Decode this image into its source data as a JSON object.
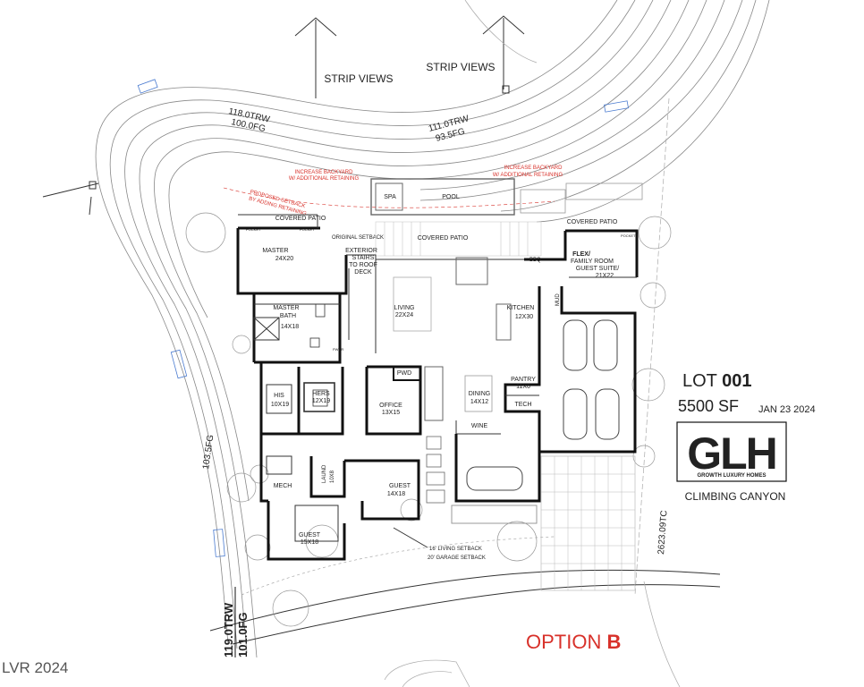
{
  "views": {
    "left": "STRIP VIEWS",
    "right": "STRIP VIEWS"
  },
  "grades": {
    "top_left_rw": "118.0TRW",
    "top_left_fg": "100.0FG",
    "top_right_rw": "111.0TRW",
    "top_right_fg": "93.5FG",
    "left_side": "103.5FG",
    "bottom_left_rw": "119.0TRW",
    "bottom_left_fg": "101.0FG",
    "right_tc": "2623.09TC"
  },
  "notes": {
    "increase_left_1": "INCREASE BACKYARD",
    "increase_left_2": "W/ ADDITIONAL RETAINING",
    "increase_right_1": "INCREASE BACKYARD",
    "increase_right_2": "W/ ADDITIONAL RETAINING",
    "proposed_1": "PROPOSED SETBACK",
    "proposed_2": "BY ADDING RETAINING",
    "original_setback": "ORIGINAL SETBACK",
    "living_setback": "16' LIVING SETBACK",
    "garage_setback": "20' GARAGE SETBACK"
  },
  "rooms": {
    "spa": "SPA",
    "pool": "POOL",
    "covered_patio_left": "COVERED PATIO",
    "covered_patio_center": "COVERED PATIO",
    "covered_patio_right": "COVERED PATIO",
    "pocket_1": "POCKET",
    "pocket_2": "POCKET",
    "pocket_3": "POCKET",
    "master": "MASTER",
    "master_size": "24X20",
    "exterior_stairs_1": "EXTERIOR",
    "exterior_stairs_2": "STAIRS",
    "exterior_stairs_3": "TO ROOF",
    "exterior_stairs_4": "DECK",
    "bbq": "BBQ",
    "flex_1": "FLEX/",
    "flex_2": "FAMILY ROOM",
    "flex_3": "GUEST SUITE/",
    "flex_4": "21X22",
    "master_bath_1": "MASTER",
    "master_bath_2": "BATH",
    "master_bath_3": "14X18",
    "living": "LIVING",
    "living_size": "22X24",
    "kitchen": "KITCHEN",
    "kitchen_size": "12X30",
    "mud": "MUD",
    "pwdr_small": "PWDR",
    "his": "HIS",
    "his_size": "10X19",
    "hers": "HERS",
    "hers_size": "12X19",
    "pwd": "PWD",
    "office": "OFFICE",
    "office_size": "13X15",
    "dining": "DINING",
    "dining_size": "14X12",
    "pantry": "PANTRY",
    "pantry_size": "11X6",
    "tech": "TECH",
    "wine": "WINE",
    "laund": "LAUND",
    "laund_size": "10X8",
    "mech": "MECH",
    "guest_1": "GUEST",
    "guest_1_size": "14X18",
    "guest_2": "GUEST",
    "guest_2_size": "15X18"
  },
  "lot": {
    "label": "LOT ",
    "number": "001",
    "sf": "5500 SF",
    "date": "JAN 23 2024"
  },
  "logo": {
    "letters": "GLH",
    "tagline": "GROWTH LUXURY HOMES"
  },
  "community": "CLIMBING CANYON",
  "option": {
    "label": "OPTION ",
    "letter": "B"
  },
  "watermark": "LVR 2024",
  "colors": {
    "accent_red": "#d8312a",
    "ink": "#111111"
  }
}
